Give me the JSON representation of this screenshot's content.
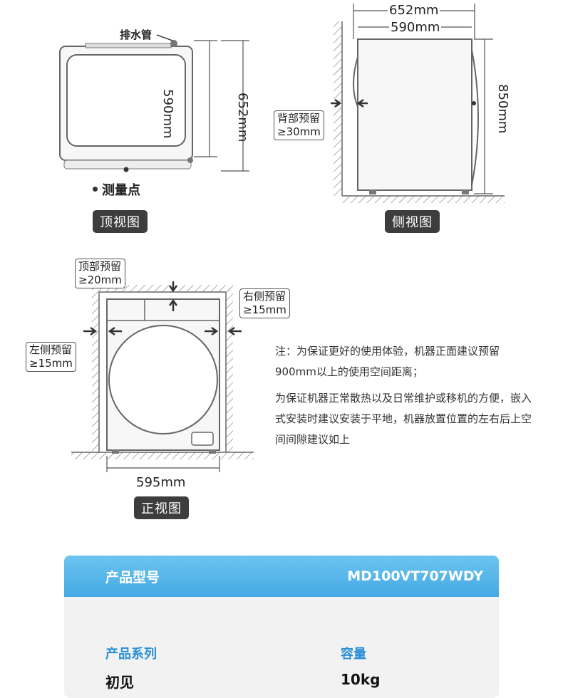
{
  "top_view": {
    "drain_pipe_label": "排水管",
    "dim_inner": "590mm",
    "dim_outer": "652mm",
    "measure_point": "测量点",
    "label": "顶视图"
  },
  "side_view": {
    "dim_top_outer": "652mm",
    "dim_top_inner": "590mm",
    "dim_height": "850mm",
    "back_clearance_line1": "背部预留",
    "back_clearance_line2": "≥30mm",
    "label": "侧视图"
  },
  "front_view": {
    "top_clearance_line1": "顶部预留",
    "top_clearance_line2": "≥20mm",
    "right_clearance_line1": "右侧预留",
    "right_clearance_line2": "≥15mm",
    "left_clearance_line1": "左侧预留",
    "left_clearance_line2": "≥15mm",
    "dim_width": "595mm",
    "label": "正视图"
  },
  "notes": {
    "line1": "注：为保证更好的使用体验，机器正面建议预留900mm以上的使用空间距离；",
    "line2": "为保证机器正常散热以及日常维护或移机的方便，嵌入式安装时建议安装于平地，机器放置位置的左右后上空间间隙建议如上"
  },
  "spec_table": {
    "header_label": "产品型号",
    "header_value": "MD100VT707WDY",
    "row_labels": [
      "产品系列",
      "容量"
    ],
    "row_values": [
      "初见",
      "10kg"
    ]
  },
  "colors": {
    "accent": "#45a9e4",
    "label_bg": "#3d3d3d",
    "line": "#555555",
    "spec_label": "#2a8fd6"
  }
}
